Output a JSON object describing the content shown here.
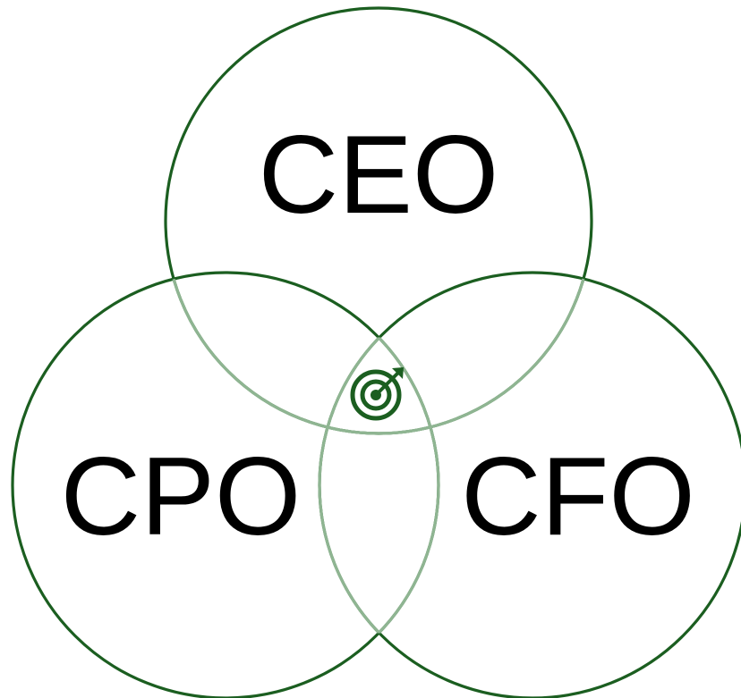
{
  "diagram": {
    "type": "venn-3",
    "colors": {
      "stroke": "#1b5e20",
      "overlap_stroke": "#8fb592",
      "icon": "#1b5e20",
      "label": "#000000"
    },
    "sets": [
      {
        "id": "top",
        "label": "CEO"
      },
      {
        "id": "left",
        "label": "CPO"
      },
      {
        "id": "right",
        "label": "CFO"
      }
    ],
    "center_icon": "target-bullseye-with-arrow-icon"
  }
}
